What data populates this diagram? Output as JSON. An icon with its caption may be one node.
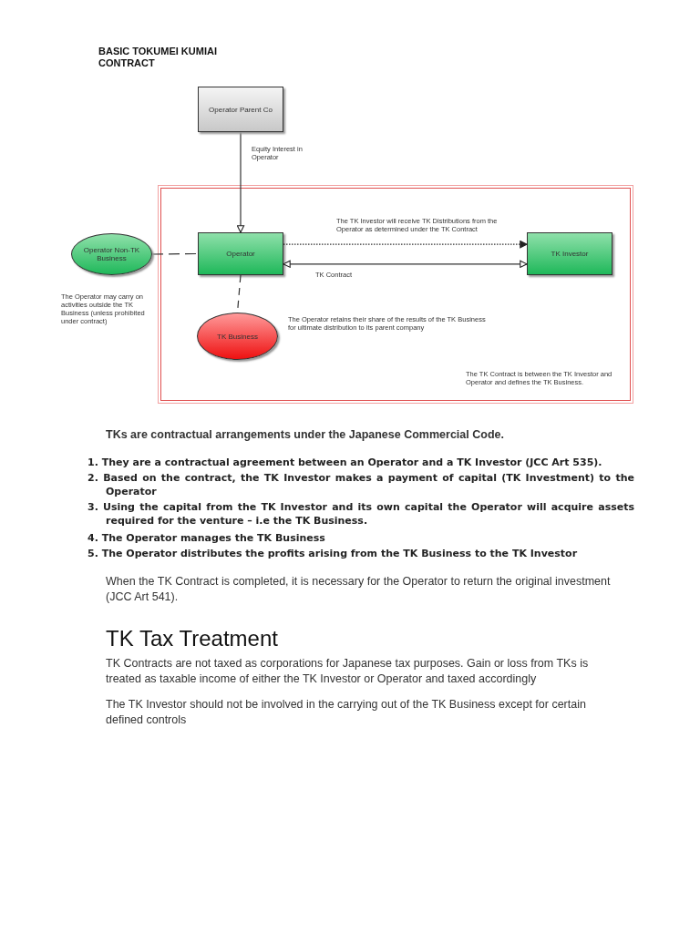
{
  "diagram": {
    "title": "BASIC TOKUMEI KUMIAI CONTRACT",
    "nodes": [
      {
        "text": [
          "Operator Parent Co"
        ]
      },
      {
        "text": [
          "The TK Contract is between the TK Investor and Operator and defines the TK Business."
        ]
      },
      {
        "text": [
          "Operator Non-TK Business"
        ],
        "beside": [
          "The Operator may carry on activities outside the TK Business (unless prohibited under contract)"
        ]
      },
      {
        "text": [
          "Operator"
        ],
        "in": 1
      },
      {
        "text": [
          "TK Investor"
        ],
        "in": 1
      },
      {
        "text": [
          "TK Business"
        ],
        "in": 1,
        "beside": [
          "The Operator retains their share of the results of the TK Business for ultimate distribution to its parent company"
        ]
      }
    ],
    "edges": [
      {
        "from": 0,
        "to": 3,
        "arrow": "to",
        "label": "Equity Interest in Operator"
      },
      {
        "from": 2,
        "to": 3,
        "arrow": "none",
        "style": "dashed"
      },
      {
        "from": 3,
        "to": 4,
        "arrow": "to",
        "style": "dashed",
        "label": "The TK Investor will receive TK Distributions from the Operator as determined under the TK Contract"
      },
      {
        "from": 3,
        "to": 4,
        "arrow": "both",
        "label": "TK Contract"
      },
      {
        "from": 3,
        "to": 5,
        "arrow": "none",
        "style": "dashed"
      }
    ],
    "labels": [
      "TKs are contractual arrangements under the Japanese Commercial Code.",
      "1. They are a contractual agreement between an Operator and a TK Investor (JCC Art 535).",
      "2. Based on the contract, the TK Investor makes a payment of capital (TK Investment) to the Operator",
      "3. Using the capital from the TK Investor and its own capital the Operator will acquire assets required for the venture – i.e the TK Business.",
      "4. The Operator manages the TK Business",
      "5. The Operator distributes the profits arising from the TK Business to the TK Investor",
      "When the TK Contract is completed, it is necessary for the Operator to return the original investment (JCC Art 541).",
      "TK Tax Treatment",
      "TK Contracts are not taxed as corporations for Japanese tax purposes. Gain or loss from TKs is treated as taxable income of either the TK Investor or Operator and taxed accordingly",
      "The TK Investor should not be involved in the carrying out of the TK Business except for certain defined controls"
    ]
  }
}
